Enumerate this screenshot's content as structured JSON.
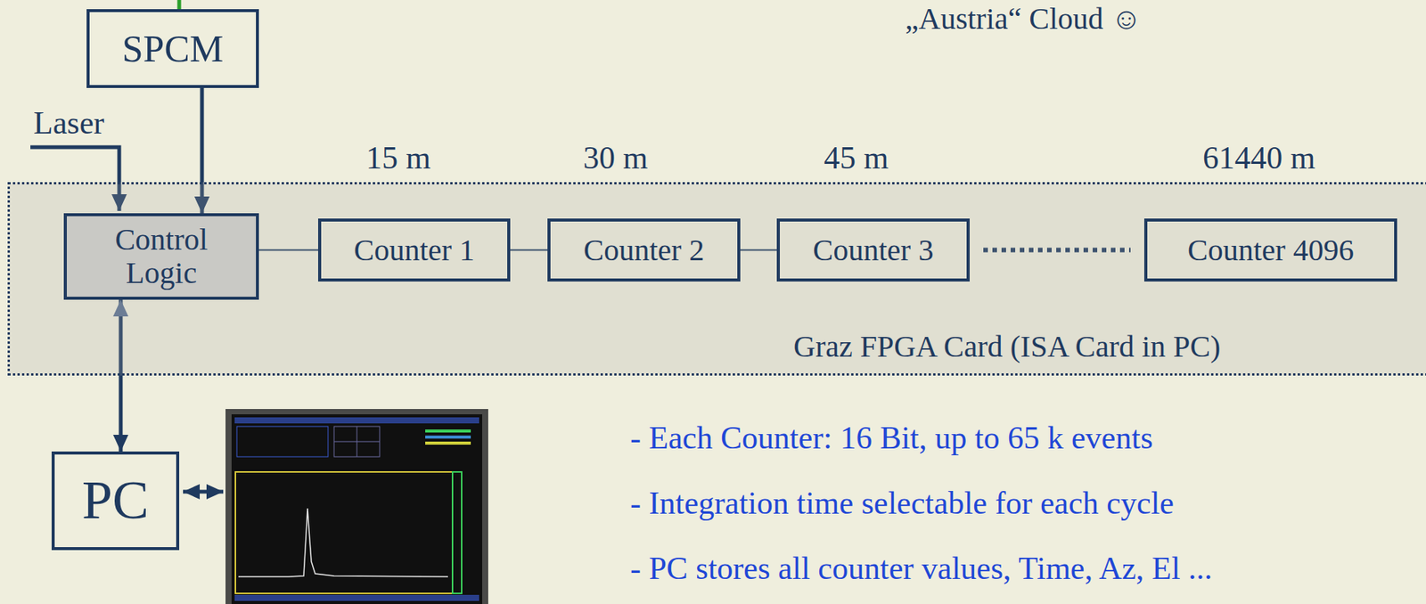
{
  "diagram": {
    "nodes": [
      {
        "text": [
          "SPCM"
        ]
      },
      {
        "text": [
          "Graz FPGA Card (ISA Card in PC)"
        ]
      },
      {
        "text": [
          "Control Logic"
        ],
        "in": 1
      },
      {
        "text": [
          "Counter 1"
        ],
        "in": 1
      },
      {
        "text": [
          "Counter 2"
        ],
        "in": 1
      },
      {
        "text": [
          "Counter 3"
        ],
        "in": 1
      },
      {
        "text": [
          "Counter 4096"
        ],
        "in": 1
      },
      {
        "text": [
          "PC"
        ]
      }
    ],
    "edges": [
      {
        "from": 0,
        "to": 2,
        "arrow": "to"
      },
      {
        "from": 2,
        "to": 3,
        "arrow": "none"
      },
      {
        "from": 3,
        "to": 4,
        "arrow": "none"
      },
      {
        "from": 4,
        "to": 5,
        "arrow": "none"
      },
      {
        "from": 5,
        "to": 6,
        "arrow": "none"
      },
      {
        "from": 2,
        "to": 7,
        "arrow": "both"
      }
    ],
    "labels": [
      "„Austria“ Cloud ☺",
      "Laser",
      "15 m",
      "30 m",
      "45 m",
      "61440 m",
      "- Each Counter: 16 Bit, up to 65 k events",
      "- Integration time selectable for each cycle",
      "- PC stores all counter values, Time, Az, El ..."
    ]
  }
}
